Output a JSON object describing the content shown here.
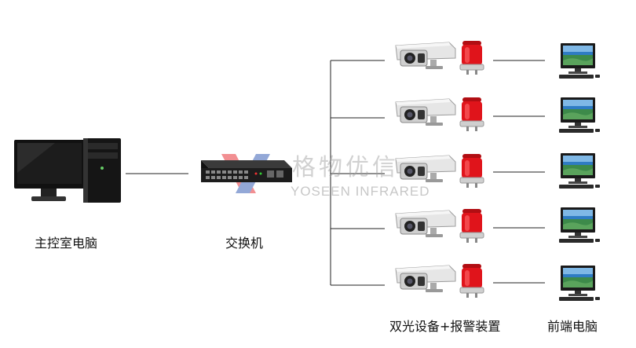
{
  "labels": {
    "control_pc": "主控室电脑",
    "switch": "交换机",
    "camera_alarm": "双光设备+报警装置",
    "front_pc": "前端电脑"
  },
  "watermark": {
    "cn": "格物优信",
    "en": "YOSEEN INFRARED",
    "logo_colors": [
      "#e8343a",
      "#3b62b8"
    ]
  },
  "colors": {
    "line": "#222222",
    "alarm_red": "#e0141b",
    "camera_body": "#e2e2e2",
    "monitor_screen": "#1f5fa8"
  }
}
